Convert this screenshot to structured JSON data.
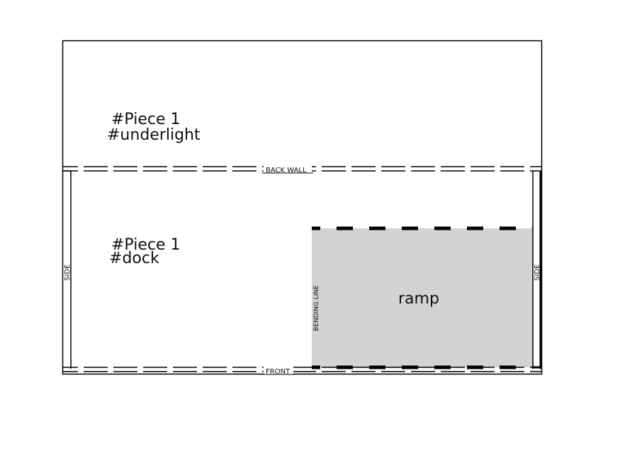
{
  "pieces": {
    "underlight": {
      "line1": "#Piece 1",
      "line2": "#underlight"
    },
    "dock": {
      "line1": "#Piece 1",
      "line2": "#dock"
    }
  },
  "ramp": {
    "label": "ramp",
    "fill_color": "#d3d3d3"
  },
  "fold_labels": {
    "back_wall": "BACK WALL",
    "front": "FRONT",
    "side_left": "SIDE",
    "side_right": "SIDE",
    "bending_line": "BENDING LINE"
  }
}
